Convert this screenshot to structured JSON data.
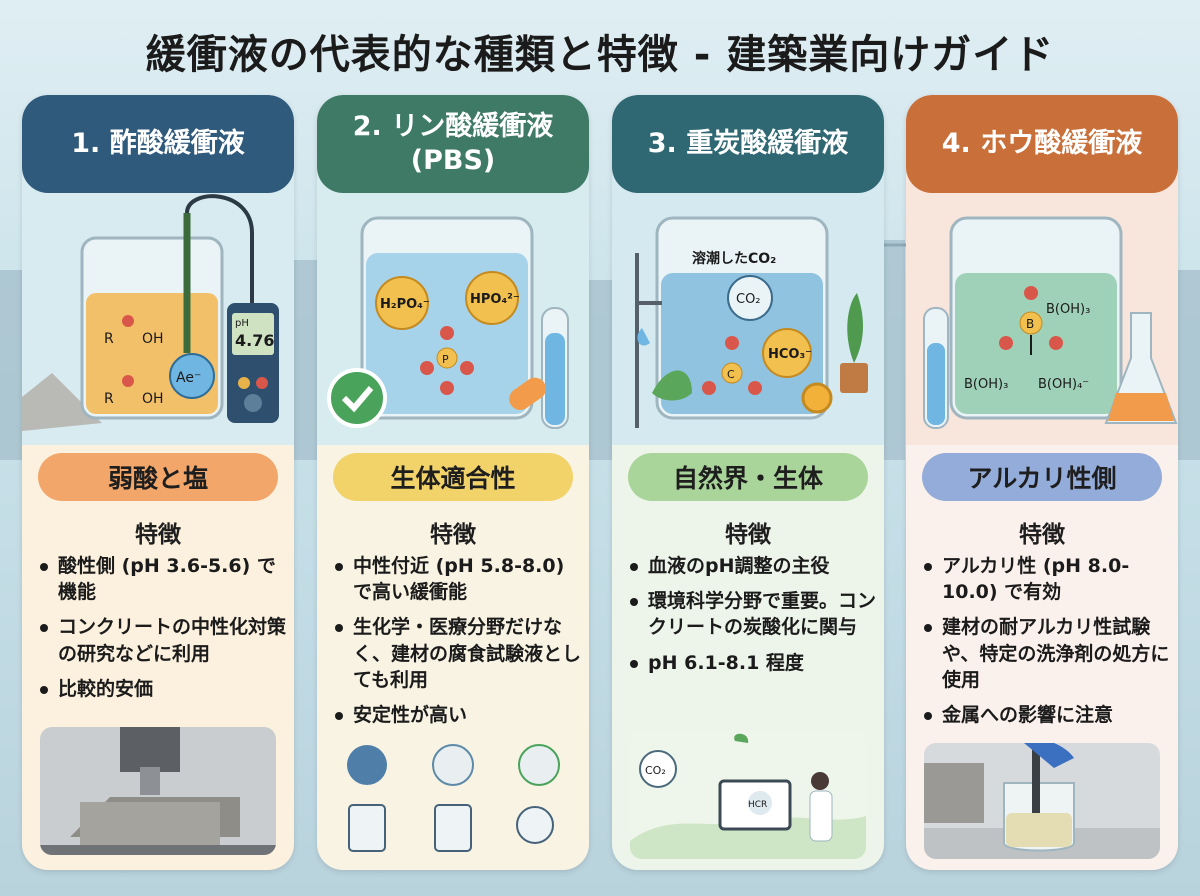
{
  "title": "緩衝液の代表的な種類と特徴 - 建築業向けガイド",
  "colors": {
    "acetic": "#2f5a7c",
    "phosphate": "#3f7a66",
    "bicarbonate": "#2f6873",
    "borate": "#c9703a"
  },
  "columns": [
    {
      "header": "1. 酢酸緩衝液",
      "molecule_labels": {
        "r1": "R",
        "oh1": "OH",
        "r2": "R",
        "oh2": "OH",
        "ion": "Ae⁻",
        "ph_label": "pH",
        "ph_value": "4.76"
      },
      "tag": "弱酸と塩",
      "feature_title": "特徴",
      "bullets": [
        "酸性側 (pH 3.6-5.6) で機能",
        "コンクリートの中性化対策の研究などに利用",
        "比較的安価"
      ]
    },
    {
      "header_line1": "2. リン酸緩衝液",
      "header_line2": "(PBS)",
      "molecule_labels": {
        "ion1": "H₂PO₄⁻",
        "ion2": "HPO₄²⁻",
        "p": "P"
      },
      "tag": "生体適合性",
      "feature_title": "特徴",
      "bullets": [
        "中性付近 (pH 5.8-8.0) で高い緩衝能",
        "生化学・医療分野だけなく、建材の腐食試験液としても利用",
        "安定性が高い"
      ]
    },
    {
      "header": "3. 重炭酸緩衝液",
      "molecule_labels": {
        "dissolved": "溶潮したCO₂",
        "co2": "CO₂",
        "hco3": "HCO₃⁻",
        "c": "C",
        "co2_small": "CO₂",
        "hcr": "HCR"
      },
      "tag": "自然界・生体",
      "feature_title": "特徴",
      "bullets": [
        "血液のpH調整の主役",
        "環境科学分野で重要。コンクリートの炭酸化に関与",
        "pH 6.1-8.1 程度"
      ]
    },
    {
      "header": "4. ホウ酸緩衝液",
      "molecule_labels": {
        "boh3_top": "B(OH)₃",
        "b": "B",
        "boh3": "B(OH)₃",
        "boh4": "B(OH)₄⁻"
      },
      "tag": "アルカリ性側",
      "feature_title": "特徴",
      "bullets": [
        "アルカリ性 (pH 8.0-10.0) で有効",
        "建材の耐アルカリ性試験や、特定の洗浄剤の処方に使用",
        "金属への影響に注意"
      ]
    }
  ]
}
